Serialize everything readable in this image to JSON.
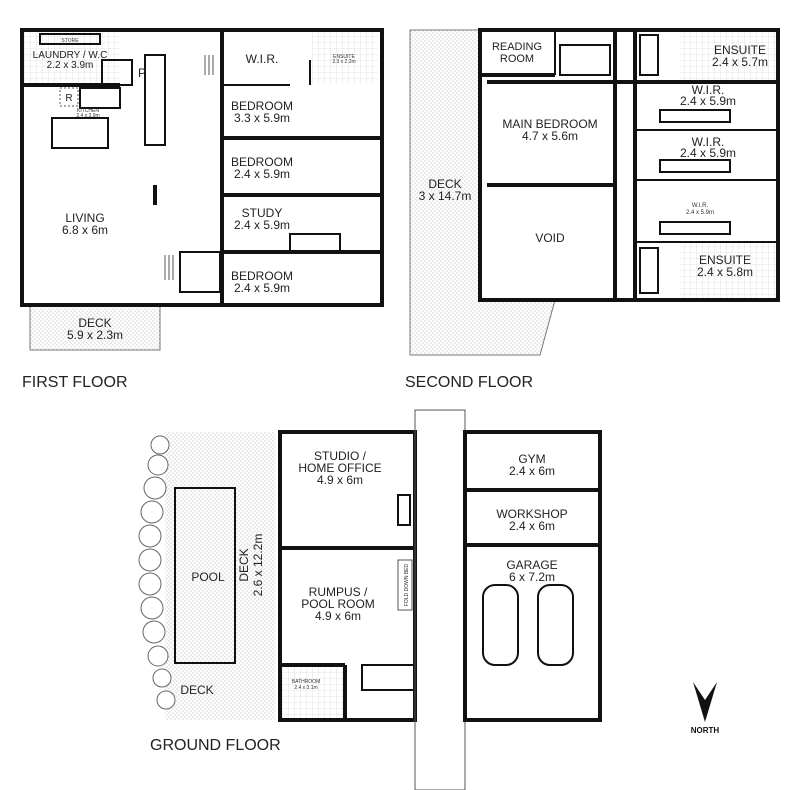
{
  "floors": {
    "first": {
      "title": "FIRST FLOOR",
      "rooms": {
        "store": "STORE",
        "laundry_name": "LAUNDRY / W.C",
        "laundry_size": "2.2 x 3.9m",
        "pantry": "P",
        "fridge": "R",
        "kitchen_name": "KITCHEN",
        "kitchen_size": "2.4 x 3.9m",
        "wir": "W.I.R.",
        "ensuite_name": "ENSUITE",
        "ensuite_size": "2.3 x 2.2m",
        "bed1_name": "BEDROOM",
        "bed1_size": "3.3 x 5.9m",
        "bed2_name": "BEDROOM",
        "bed2_size": "2.4 x 5.9m",
        "study_name": "STUDY",
        "study_size": "2.4 x 5.9m",
        "bed3_name": "BEDROOM",
        "bed3_size": "2.4 x 5.9m",
        "living_name": "LIVING",
        "living_size": "6.8 x 6m",
        "deck_name": "DECK",
        "deck_size": "5.9 x 2.3m"
      }
    },
    "second": {
      "title": "SECOND FLOOR",
      "rooms": {
        "reading_1": "READING",
        "reading_2": "ROOM",
        "ensuite1_name": "ENSUITE",
        "ensuite1_size": "2.4 x 5.7m",
        "wir1_name": "W.I.R.",
        "wir1_size": "2.4 x 5.9m",
        "wir2_name": "W.I.R.",
        "wir2_size": "2.4 x 5.9m",
        "wir3_name": "W.I.R.",
        "wir3_size": "2.4 x 5.9m",
        "ensuite2_name": "ENSUITE",
        "ensuite2_size": "2.4 x 5.8m",
        "main_name": "MAIN BEDROOM",
        "main_size": "4.7 x 5.6m",
        "void": "VOID",
        "deck_name": "DECK",
        "deck_size": "3 x 14.7m"
      }
    },
    "ground": {
      "title": "GROUND FLOOR",
      "rooms": {
        "studio_1": "STUDIO /",
        "studio_2": "HOME OFFICE",
        "studio_size": "4.9 x 6m",
        "rumpus_1": "RUMPUS /",
        "rumpus_2": "POOL ROOM",
        "rumpus_size": "4.9 x 6m",
        "fold_bed": "FOLD DOWN BED",
        "bathroom_name": "BATHROOM",
        "bathroom_size": "2.4 x 3.1m",
        "pool": "POOL",
        "deck_name": "DECK",
        "deck_size": "2.6 x 12.2m",
        "deck2": "DECK",
        "gym_name": "GYM",
        "gym_size": "2.4 x 6m",
        "workshop_name": "WORKSHOP",
        "workshop_size": "2.4 x 6m",
        "garage_name": "GARAGE",
        "garage_size": "6 x 7.2m"
      }
    }
  },
  "compass": {
    "label": "NORTH",
    "icon": "north-arrow-icon"
  }
}
